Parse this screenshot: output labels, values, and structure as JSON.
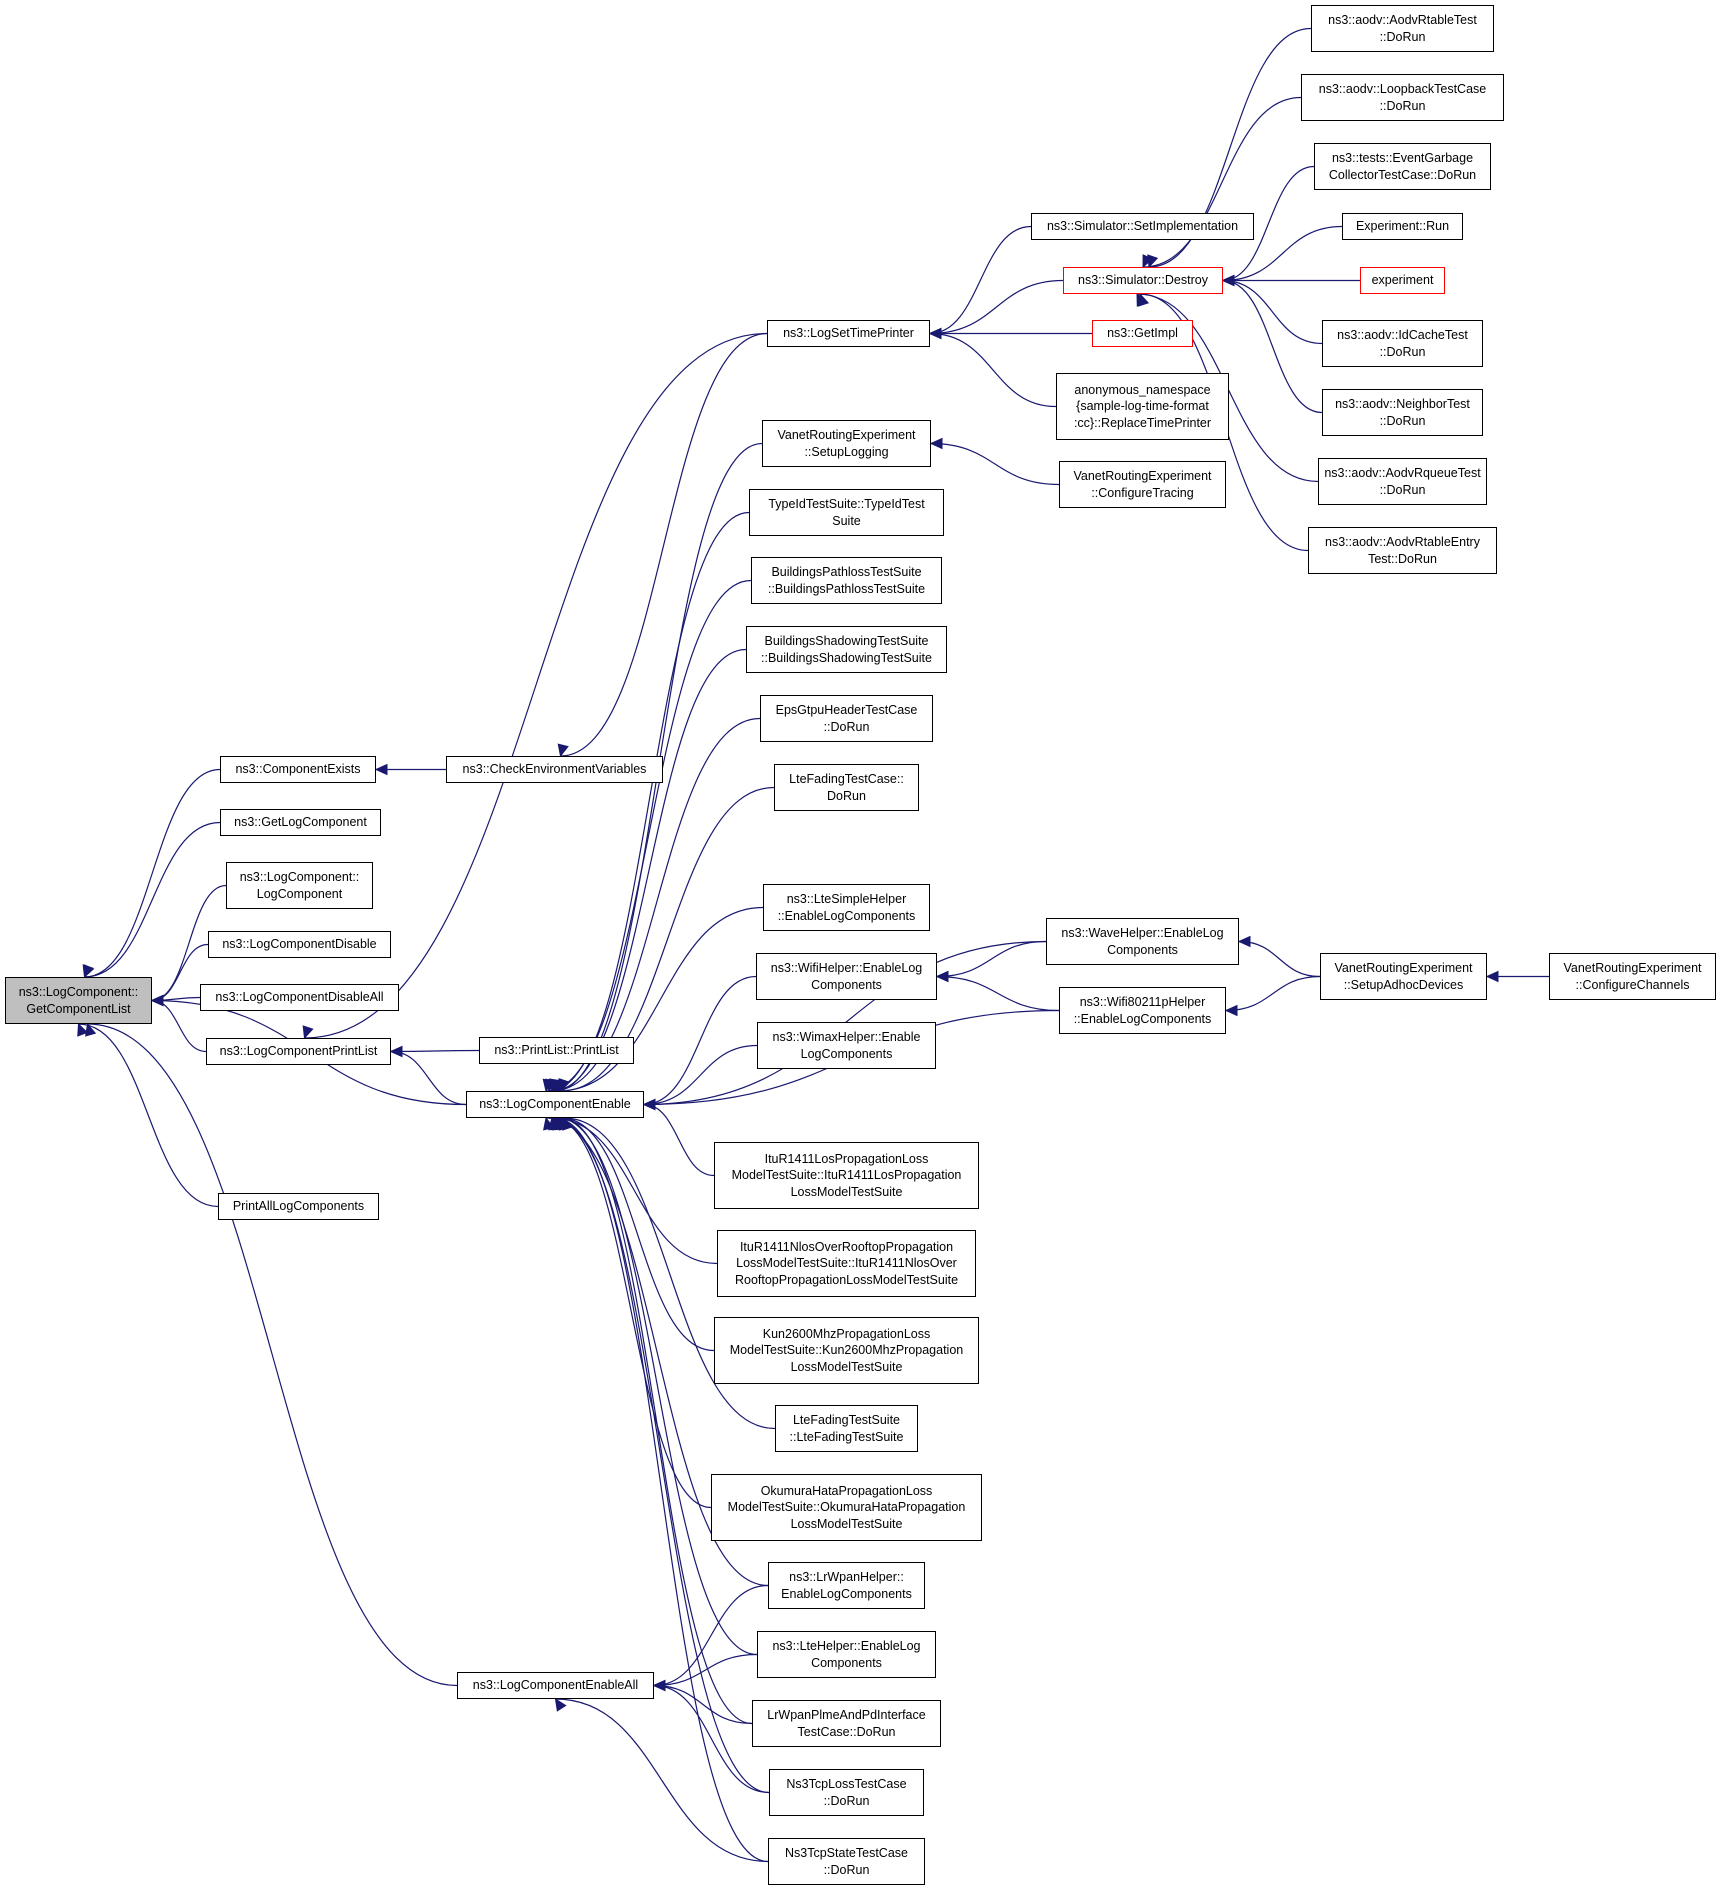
{
  "graph": {
    "root": "n_root",
    "nodes": [
      {
        "id": "n_root",
        "lines": [
          "ns3::LogComponent::",
          "GetComponentList"
        ],
        "role": "root"
      },
      {
        "id": "n_compexists",
        "lines": [
          "ns3::ComponentExists"
        ]
      },
      {
        "id": "n_getlogcomp",
        "lines": [
          "ns3::GetLogComponent"
        ]
      },
      {
        "id": "n_lcctor",
        "lines": [
          "ns3::LogComponent::",
          "LogComponent"
        ]
      },
      {
        "id": "n_lcdisable",
        "lines": [
          "ns3::LogComponentDisable"
        ]
      },
      {
        "id": "n_lcdisableall",
        "lines": [
          "ns3::LogComponentDisableAll"
        ]
      },
      {
        "id": "n_lcprintlist",
        "lines": [
          "ns3::LogComponentPrintList"
        ]
      },
      {
        "id": "n_printall",
        "lines": [
          "PrintAllLogComponents"
        ]
      },
      {
        "id": "n_checkenv",
        "lines": [
          "ns3::CheckEnvironmentVariables"
        ]
      },
      {
        "id": "n_printlist",
        "lines": [
          "ns3::PrintList::PrintList"
        ]
      },
      {
        "id": "n_lcenable",
        "lines": [
          "ns3::LogComponentEnable"
        ]
      },
      {
        "id": "n_lcenableall",
        "lines": [
          "ns3::LogComponentEnableAll"
        ]
      },
      {
        "id": "n_logsettime",
        "lines": [
          "ns3::LogSetTimePrinter"
        ]
      },
      {
        "id": "n_setimpl",
        "lines": [
          "ns3::Simulator::SetImplementation"
        ]
      },
      {
        "id": "n_destroy",
        "lines": [
          "ns3::Simulator::Destroy"
        ],
        "truncated": true
      },
      {
        "id": "n_getimpl",
        "lines": [
          "ns3::GetImpl"
        ],
        "truncated": true
      },
      {
        "id": "n_anon",
        "lines": [
          "anonymous_namespace",
          "{sample-log-time-format",
          ":cc}::ReplaceTimePrinter"
        ]
      },
      {
        "id": "n_vresetup",
        "lines": [
          "VanetRoutingExperiment",
          "::SetupLogging"
        ]
      },
      {
        "id": "n_vreconf",
        "lines": [
          "VanetRoutingExperiment",
          "::ConfigureTracing"
        ]
      },
      {
        "id": "n_typeid",
        "lines": [
          "TypeIdTestSuite::TypeIdTest",
          "Suite"
        ]
      },
      {
        "id": "n_bpath",
        "lines": [
          "BuildingsPathlossTestSuite",
          "::BuildingsPathlossTestSuite"
        ]
      },
      {
        "id": "n_bshadow",
        "lines": [
          "BuildingsShadowingTestSuite",
          "::BuildingsShadowingTestSuite"
        ]
      },
      {
        "id": "n_epsgtpu",
        "lines": [
          "EpsGtpuHeaderTestCase",
          "::DoRun"
        ]
      },
      {
        "id": "n_ltefadcase",
        "lines": [
          "LteFadingTestCase::",
          "DoRun"
        ]
      },
      {
        "id": "n_ltesimple",
        "lines": [
          "ns3::LteSimpleHelper",
          "::EnableLogComponents"
        ]
      },
      {
        "id": "n_wifihelper",
        "lines": [
          "ns3::WifiHelper::EnableLog",
          "Components"
        ]
      },
      {
        "id": "n_wimax",
        "lines": [
          "ns3::WimaxHelper::Enable",
          "LogComponents"
        ]
      },
      {
        "id": "n_wavehelper",
        "lines": [
          "ns3::WaveHelper::EnableLog",
          "Components"
        ]
      },
      {
        "id": "n_wifi80211p",
        "lines": [
          "ns3::Wifi80211pHelper",
          "::EnableLogComponents"
        ]
      },
      {
        "id": "n_vreadhoc",
        "lines": [
          "VanetRoutingExperiment",
          "::SetupAdhocDevices"
        ]
      },
      {
        "id": "n_vrechan",
        "lines": [
          "VanetRoutingExperiment",
          "::ConfigureChannels"
        ]
      },
      {
        "id": "n_itulos",
        "lines": [
          "ItuR1411LosPropagationLoss",
          "ModelTestSuite::ItuR1411LosPropagation",
          "LossModelTestSuite"
        ]
      },
      {
        "id": "n_itunlos",
        "lines": [
          "ItuR1411NlosOverRooftopPropagation",
          "LossModelTestSuite::ItuR1411NlosOver",
          "RooftopPropagationLossModelTestSuite"
        ]
      },
      {
        "id": "n_kun",
        "lines": [
          "Kun2600MhzPropagationLoss",
          "ModelTestSuite::Kun2600MhzPropagation",
          "LossModelTestSuite"
        ]
      },
      {
        "id": "n_ltefadsuite",
        "lines": [
          "LteFadingTestSuite",
          "::LteFadingTestSuite"
        ]
      },
      {
        "id": "n_okumura",
        "lines": [
          "OkumuraHataPropagationLoss",
          "ModelTestSuite::OkumuraHataPropagation",
          "LossModelTestSuite"
        ]
      },
      {
        "id": "n_lrwpanhelper",
        "lines": [
          "ns3::LrWpanHelper::",
          "EnableLogComponents"
        ]
      },
      {
        "id": "n_ltehelper",
        "lines": [
          "ns3::LteHelper::EnableLog",
          "Components"
        ]
      },
      {
        "id": "n_lrwpanplme",
        "lines": [
          "LrWpanPlmeAndPdInterface",
          "TestCase::DoRun"
        ]
      },
      {
        "id": "n_tcploss",
        "lines": [
          "Ns3TcpLossTestCase",
          "::DoRun"
        ]
      },
      {
        "id": "n_tcpstate",
        "lines": [
          "Ns3TcpStateTestCase",
          "::DoRun"
        ]
      },
      {
        "id": "n_aodvrtable",
        "lines": [
          "ns3::aodv::AodvRtableTest",
          "::DoRun"
        ]
      },
      {
        "id": "n_aodvloop",
        "lines": [
          "ns3::aodv::LoopbackTestCase",
          "::DoRun"
        ]
      },
      {
        "id": "n_eventgc",
        "lines": [
          "ns3::tests::EventGarbage",
          "CollectorTestCase::DoRun"
        ]
      },
      {
        "id": "n_exprun",
        "lines": [
          "Experiment::Run"
        ]
      },
      {
        "id": "n_experiment",
        "lines": [
          "experiment"
        ],
        "truncated": true
      },
      {
        "id": "n_idcache",
        "lines": [
          "ns3::aodv::IdCacheTest",
          "::DoRun"
        ]
      },
      {
        "id": "n_neighbor",
        "lines": [
          "ns3::aodv::NeighborTest",
          "::DoRun"
        ]
      },
      {
        "id": "n_rqueue",
        "lines": [
          "ns3::aodv::AodvRqueueTest",
          "::DoRun"
        ]
      },
      {
        "id": "n_rtentry",
        "lines": [
          "ns3::aodv::AodvRtableEntry",
          "Test::DoRun"
        ]
      }
    ],
    "edges": [
      [
        "n_compexists",
        "n_root"
      ],
      [
        "n_getlogcomp",
        "n_root"
      ],
      [
        "n_lcctor",
        "n_root"
      ],
      [
        "n_lcdisable",
        "n_root"
      ],
      [
        "n_lcdisableall",
        "n_root"
      ],
      [
        "n_lcprintlist",
        "n_root"
      ],
      [
        "n_lcenable",
        "n_root"
      ],
      [
        "n_printall",
        "n_root"
      ],
      [
        "n_lcenableall",
        "n_root"
      ],
      [
        "n_checkenv",
        "n_compexists"
      ],
      [
        "n_printlist",
        "n_lcprintlist"
      ],
      [
        "n_lcenable",
        "n_lcprintlist"
      ],
      [
        "n_logsettime",
        "n_checkenv"
      ],
      [
        "n_logsettime",
        "n_lcprintlist"
      ],
      [
        "n_setimpl",
        "n_logsettime"
      ],
      [
        "n_destroy",
        "n_logsettime"
      ],
      [
        "n_getimpl",
        "n_logsettime"
      ],
      [
        "n_anon",
        "n_logsettime"
      ],
      [
        "n_aodvrtable",
        "n_destroy"
      ],
      [
        "n_aodvloop",
        "n_destroy"
      ],
      [
        "n_eventgc",
        "n_destroy"
      ],
      [
        "n_exprun",
        "n_destroy"
      ],
      [
        "n_experiment",
        "n_destroy"
      ],
      [
        "n_idcache",
        "n_destroy"
      ],
      [
        "n_neighbor",
        "n_destroy"
      ],
      [
        "n_rqueue",
        "n_destroy"
      ],
      [
        "n_rtentry",
        "n_destroy"
      ],
      [
        "n_vreconf",
        "n_vresetup"
      ],
      [
        "n_vresetup",
        "n_lcenable"
      ],
      [
        "n_typeid",
        "n_lcenable"
      ],
      [
        "n_bpath",
        "n_lcenable"
      ],
      [
        "n_bshadow",
        "n_lcenable"
      ],
      [
        "n_epsgtpu",
        "n_lcenable"
      ],
      [
        "n_ltefadcase",
        "n_lcenable"
      ],
      [
        "n_wavehelper",
        "n_lcenable"
      ],
      [
        "n_ltesimple",
        "n_lcenable"
      ],
      [
        "n_wifihelper",
        "n_lcenable"
      ],
      [
        "n_wimax",
        "n_lcenable"
      ],
      [
        "n_wifi80211p",
        "n_lcenable"
      ],
      [
        "n_itulos",
        "n_lcenable"
      ],
      [
        "n_itunlos",
        "n_lcenable"
      ],
      [
        "n_kun",
        "n_lcenable"
      ],
      [
        "n_ltefadsuite",
        "n_lcenable"
      ],
      [
        "n_okumura",
        "n_lcenable"
      ],
      [
        "n_lrwpanhelper",
        "n_lcenable"
      ],
      [
        "n_ltehelper",
        "n_lcenable"
      ],
      [
        "n_lrwpanplme",
        "n_lcenable"
      ],
      [
        "n_tcploss",
        "n_lcenable"
      ],
      [
        "n_tcpstate",
        "n_lcenable"
      ],
      [
        "n_wavehelper",
        "n_wifihelper"
      ],
      [
        "n_wifi80211p",
        "n_wifihelper"
      ],
      [
        "n_vreadhoc",
        "n_wavehelper"
      ],
      [
        "n_vreadhoc",
        "n_wifi80211p"
      ],
      [
        "n_vrechan",
        "n_vreadhoc"
      ],
      [
        "n_lrwpanhelper",
        "n_lcenableall"
      ],
      [
        "n_ltehelper",
        "n_lcenableall"
      ],
      [
        "n_lrwpanplme",
        "n_lcenableall"
      ],
      [
        "n_tcploss",
        "n_lcenableall"
      ],
      [
        "n_tcpstate",
        "n_lcenableall"
      ]
    ]
  },
  "colors": {
    "edge": "#191970",
    "truncated_border": "#ff0000",
    "root_fill": "#bfbfbf",
    "node_border": "#000000"
  }
}
